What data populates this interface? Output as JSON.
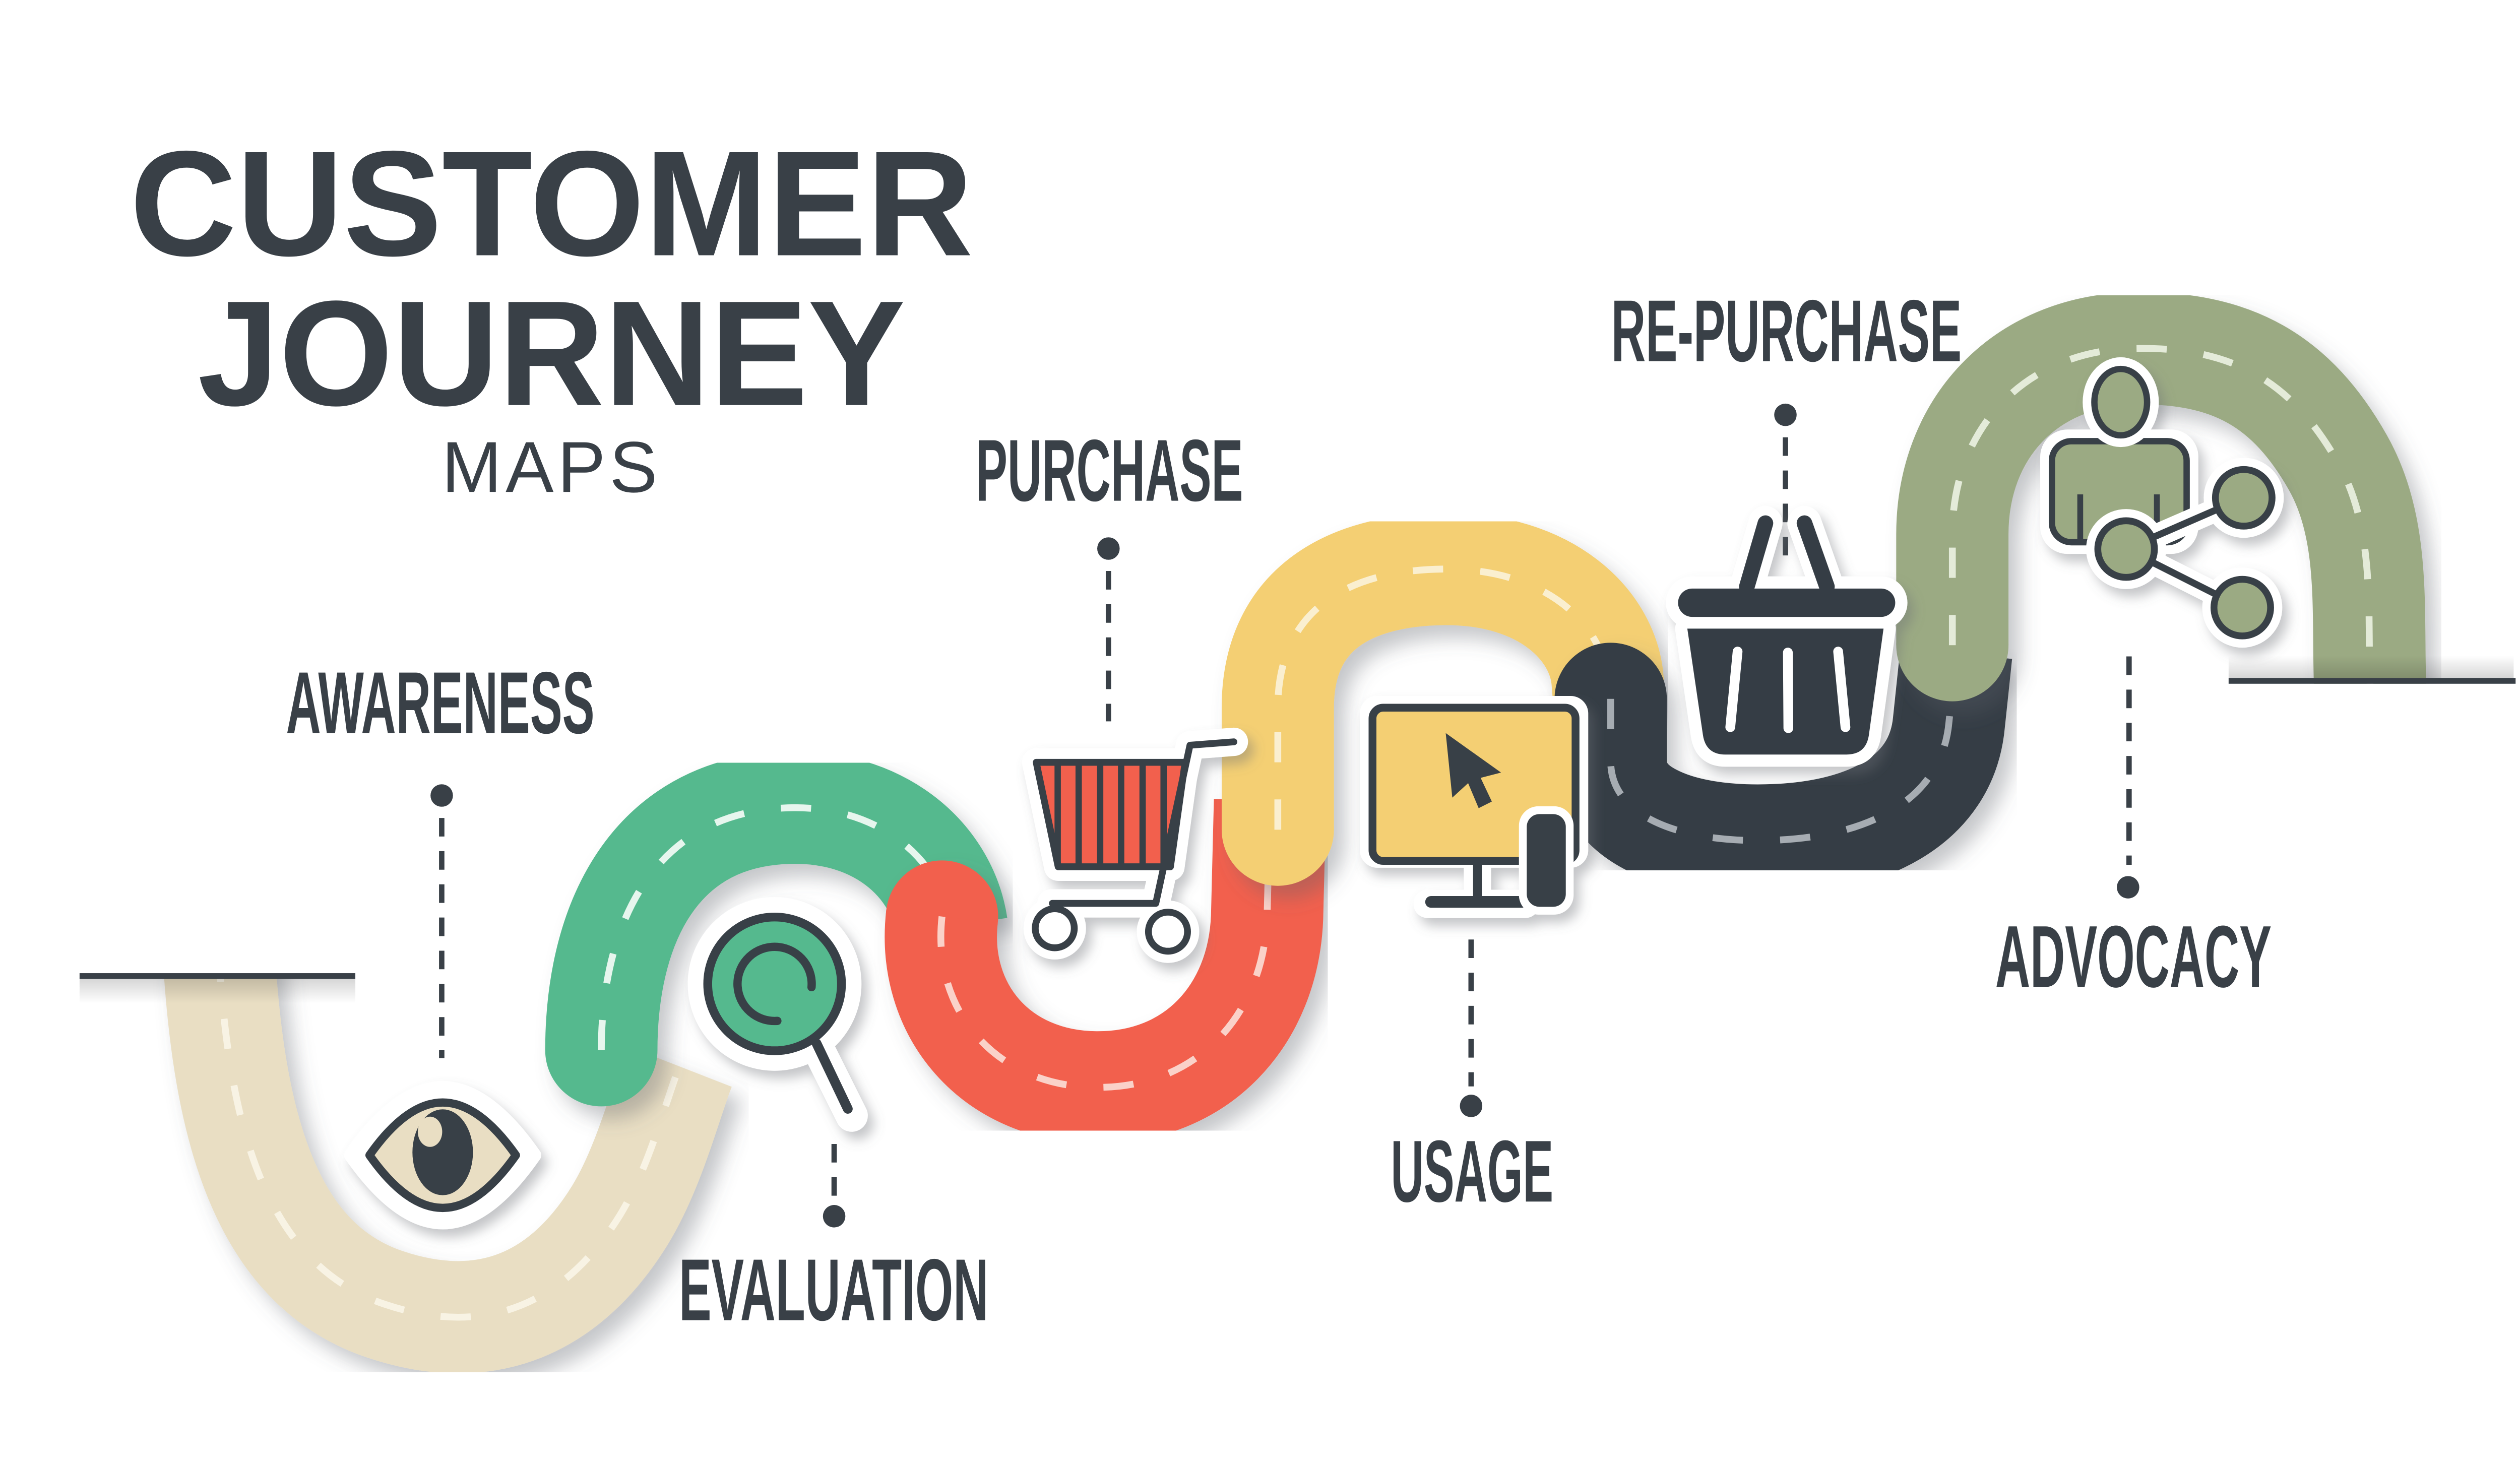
{
  "title": {
    "line1": "CUSTOMER",
    "line2": "JOURNEY",
    "subtitle": "MAPS"
  },
  "stages": [
    {
      "name": "AWARENESS",
      "icon": "eye-icon",
      "color": "#E9DEC3",
      "dash_color": "#F8F3E4",
      "label_position": "above-road"
    },
    {
      "name": "EVALUATION",
      "icon": "magnifier-icon",
      "color": "#55B98E",
      "dash_color": "#E7F6EE",
      "label_position": "below-road"
    },
    {
      "name": "PURCHASE",
      "icon": "shopping-cart-icon",
      "color": "#F2604D",
      "dash_color": "#FAD2C9",
      "label_position": "above-road"
    },
    {
      "name": "USAGE",
      "icon": "monitor-cursor-icon",
      "color": "#F4CF73",
      "dash_color": "#FAEFD0",
      "label_position": "below-road"
    },
    {
      "name": "RE-PURCHASE",
      "icon": "shopping-basket-icon",
      "color": "#363D44",
      "dash_color": "#A6ACB2",
      "label_position": "above-road"
    },
    {
      "name": "ADVOCACY",
      "icon": "person-share-icon",
      "color": "#9BAA83",
      "dash_color": "#E4EBD9",
      "label_position": "below-road"
    }
  ],
  "colors": {
    "background": "#FFFFFF",
    "text": "#394047",
    "sticker": "#FFFFFF",
    "road_edge_line": "#394047"
  }
}
